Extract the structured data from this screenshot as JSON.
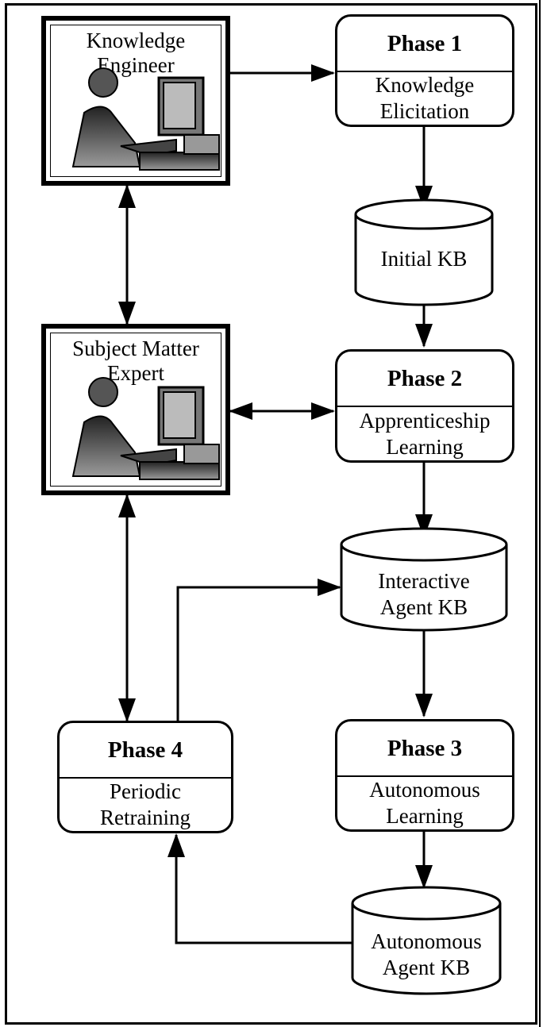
{
  "persons": {
    "knowledge_engineer": "Knowledge\nEngineer",
    "subject_matter_expert": "Subject Matter\nExpert"
  },
  "phases": {
    "phase1": {
      "title": "Phase 1",
      "body": "Knowledge\nElicitation"
    },
    "phase2": {
      "title": "Phase 2",
      "body": "Apprenticeship\nLearning"
    },
    "phase3": {
      "title": "Phase 3",
      "body": "Autonomous\nLearning"
    },
    "phase4": {
      "title": "Phase 4",
      "body": "Periodic\nRetraining"
    }
  },
  "databases": {
    "initial_kb": "Initial KB",
    "interactive_agent_kb": "Interactive\nAgent  KB",
    "autonomous_agent_kb": "Autonomous\nAgent  KB"
  },
  "icons": {
    "person": "person-at-computer-icon",
    "database": "database-cylinder-icon"
  },
  "colors": {
    "ink": "#000000",
    "paper": "#ffffff",
    "figure_shade": "#5a5a5a"
  }
}
